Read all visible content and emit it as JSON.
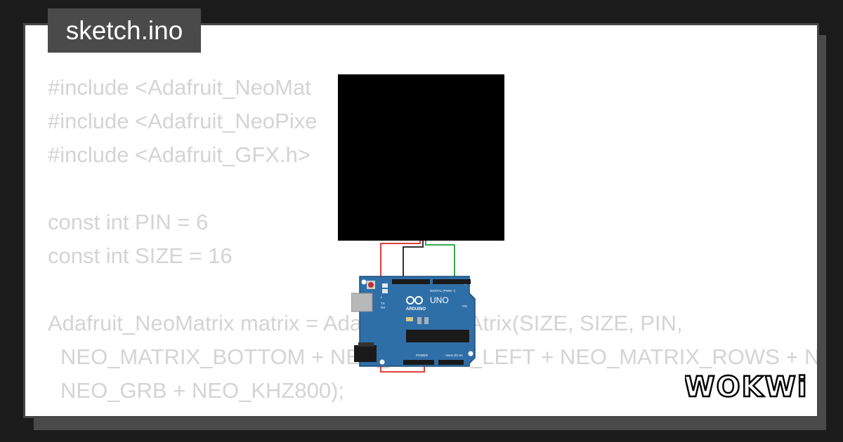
{
  "title": "sketch.ino",
  "code_lines": [
    "#include <Adafruit_NeoMat",
    "#include <Adafruit_NeoPixe",
    "#include <Adafruit_GFX.h>",
    "",
    "const int PIN = 6",
    "const int SIZE = 16",
    "",
    "Adafruit_NeoMatrix matrix = Adafruit_NeoMAtrix(SIZE, SIZE, PIN,",
    "NEO_MATRIX_BOTTOM + NEO_MATRIX_LEFT + NEO_MATRIX_ROWS + N",
    "NEO_GRB + NEO_KHZ800);"
  ],
  "board": {
    "brand_label": "ARDUINO",
    "model_label": "UNO",
    "digital_label": "DIGITAL (PWM ~)",
    "power_label": "POWER",
    "analog_label": "ANALOG IN",
    "on_label": "ON",
    "tx_label": "TX",
    "rx_label": "RX",
    "l_label": "L"
  },
  "logo_text": "WOKWi",
  "colors": {
    "background": "#1b1b1b",
    "card": "#ffffff",
    "tab": "#4a4a4a",
    "code_text": "#d4d4d4",
    "matrix": "#000000",
    "board": "#2f6fa8",
    "wire_red": "#e04040",
    "wire_black": "#333333",
    "wire_green": "#3aa84a"
  }
}
